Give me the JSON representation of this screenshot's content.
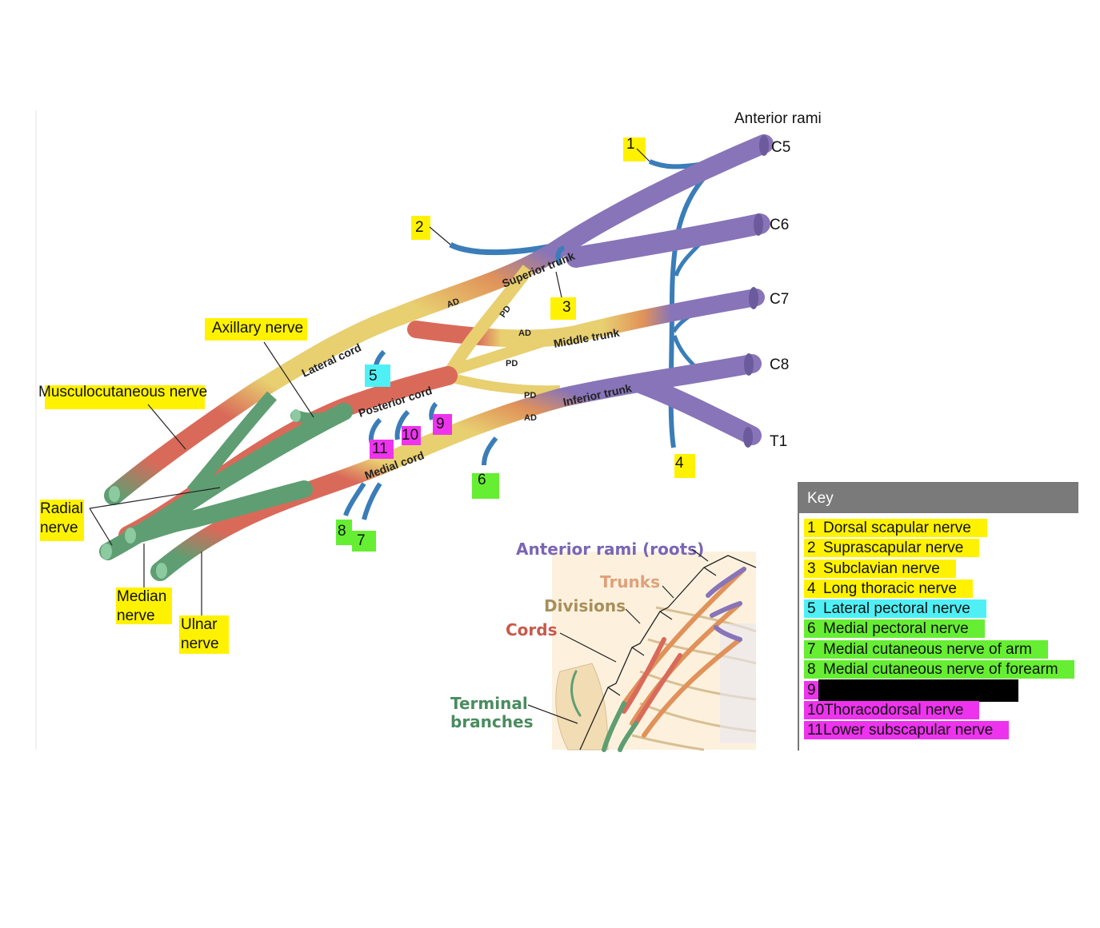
{
  "colors": {
    "root": "#8874b8",
    "trunk_orange": "#e0925a",
    "division": "#e8cf70",
    "cord": "#d96a5a",
    "terminal": "#5e9e72",
    "branch_blue": "#3a7db8",
    "hl_yellow": "#fff200",
    "hl_cyan": "#4ff0f5",
    "hl_green": "#66ee33",
    "hl_magenta": "#ee33ee"
  },
  "header": {
    "title": "Anterior rami"
  },
  "roots": [
    "C5",
    "C6",
    "C7",
    "C8",
    "T1"
  ],
  "trunks": {
    "superior": "Superior trunk",
    "middle": "Middle trunk",
    "inferior": "Inferior trunk"
  },
  "cords": {
    "lateral": "Lateral cord",
    "posterior": "Posterior cord",
    "medial": "Medial cord"
  },
  "divisions": {
    "ad": "AD",
    "pd": "PD"
  },
  "terminal_labels": {
    "axillary": "Axillary nerve",
    "musculocutaneous": "Musculocutaneous nerve",
    "radial_1": "Radial",
    "radial_2": "nerve",
    "median_1": "Median",
    "median_2": "nerve",
    "ulnar_1": "Ulnar",
    "ulnar_2": "nerve"
  },
  "markers": [
    "1",
    "2",
    "3",
    "4",
    "5",
    "6",
    "7",
    "8",
    "9",
    "10",
    "11"
  ],
  "inset": {
    "roots": "Anterior rami (roots)",
    "trunks": "Trunks",
    "divisions": "Divisions",
    "cords": "Cords",
    "terminal_1": "Terminal",
    "terminal_2": "branches"
  },
  "key": {
    "title": "Key",
    "items": [
      {
        "num": "1",
        "label": "Dorsal scapular nerve",
        "color": "#fff200"
      },
      {
        "num": "2",
        "label": "Suprascapular nerve",
        "color": "#fff200"
      },
      {
        "num": "3",
        "label": "Subclavian nerve",
        "color": "#fff200"
      },
      {
        "num": "4",
        "label": "Long thoracic nerve",
        "color": "#fff200"
      },
      {
        "num": "5",
        "label": "Lateral pectoral nerve",
        "color": "#4ff0f5"
      },
      {
        "num": "6",
        "label": "Medial pectoral nerve",
        "color": "#66ee33"
      },
      {
        "num": "7",
        "label": "Medial cutaneous nerve of arm",
        "color": "#66ee33"
      },
      {
        "num": "8",
        "label": "Medial cutaneous nerve of forearm",
        "color": "#66ee33"
      },
      {
        "num": "9",
        "label": "",
        "color": "#ee33ee",
        "redacted": true
      },
      {
        "num": "10",
        "label": "Thoracodorsal nerve",
        "color": "#ee33ee"
      },
      {
        "num": "11",
        "label": "Lower subscapular nerve",
        "color": "#ee33ee"
      }
    ]
  }
}
